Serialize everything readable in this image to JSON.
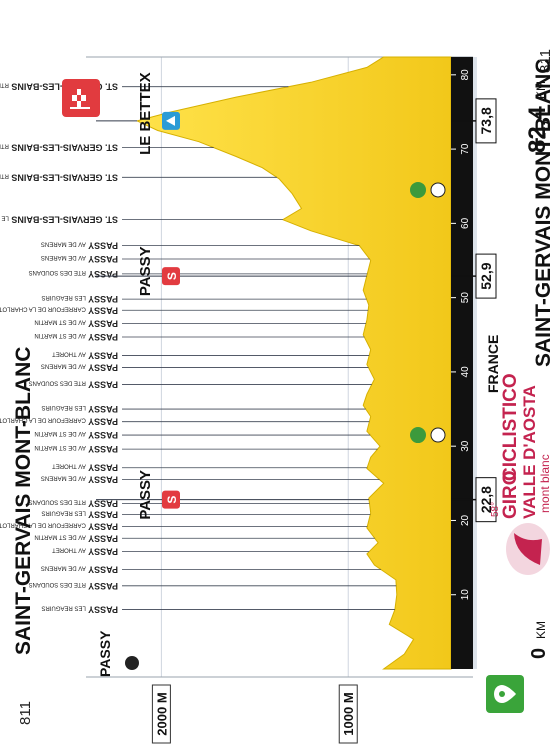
{
  "chart_data": {
    "type": "area",
    "start": {
      "name": "SAINT-GERVAIS MONT-BLANC",
      "altitude": "811"
    },
    "finish": {
      "name": "SAINT-GERVAIS MONT-BLANC",
      "altitude": "811"
    },
    "total_km": "82,4",
    "km_unit": "KM",
    "start_km": "0",
    "x_ticks": [
      10,
      20,
      30,
      40,
      50,
      60,
      70,
      80
    ],
    "elevation_labels": [
      "1000 M",
      "2000 M"
    ],
    "partial_km": [
      "22,8",
      "52,9",
      "73,8"
    ],
    "partial_km_positions": [
      22.8,
      52.9,
      73.8
    ],
    "country": "FRANCE",
    "colors": {
      "profile": "#f5d329",
      "profile_edge": "#c9a800",
      "band": "#111111",
      "lines": "#333a4a",
      "sprint": "#e23b40",
      "kom": "#2a9bd6",
      "green": "#3c9a3c"
    },
    "x": [
      0,
      2,
      4,
      6,
      8,
      10,
      12,
      14,
      15.5,
      17,
      19,
      21,
      23,
      25,
      27,
      28.5,
      30,
      32,
      34,
      35.5,
      37,
      39,
      41,
      43,
      45,
      47,
      49,
      51,
      53,
      55,
      57,
      59,
      60.5,
      62,
      64,
      66,
      67.5,
      69,
      71,
      72.5,
      73.8,
      75,
      77,
      79,
      81,
      82.4
    ],
    "y": [
      811,
      700,
      650,
      780,
      750,
      740,
      745,
      860,
      900,
      840,
      900,
      880,
      890,
      810,
      900,
      880,
      830,
      900,
      880,
      920,
      900,
      860,
      900,
      880,
      920,
      900,
      890,
      920,
      900,
      880,
      940,
      1200,
      1350,
      1250,
      1300,
      1370,
      1460,
      1600,
      1800,
      2020,
      2130,
      1950,
      1600,
      1200,
      900,
      811
    ],
    "ylim": [
      450,
      2350
    ],
    "waypoints": [
      {
        "km": 8,
        "name": "PASSY",
        "sub": "LES REAGUIRS"
      },
      {
        "km": 11.2,
        "name": "PASSY",
        "sub": "RTE DES SOUDANS"
      },
      {
        "km": 13.4,
        "name": "PASSY",
        "sub": "AV DE MARENS"
      },
      {
        "km": 15.8,
        "name": "PASSY",
        "sub": "AV THORET"
      },
      {
        "km": 17.6,
        "name": "PASSY",
        "sub": "AV DE ST MARTIN"
      },
      {
        "km": 19.2,
        "name": "PASSY",
        "sub": "CARREFOUR DE LA CHARLOTTE"
      },
      {
        "km": 20.8,
        "name": "PASSY",
        "sub": "LES REAGUIRS"
      },
      {
        "km": 22.3,
        "name": "PASSY",
        "sub": "RTE DES SOUDANS"
      },
      {
        "km": 25.5,
        "name": "PASSY",
        "sub": "AV DE MARENS"
      },
      {
        "km": 27.1,
        "name": "PASSY",
        "sub": "AV THORET"
      },
      {
        "km": 29.6,
        "name": "PASSY",
        "sub": "AV DE ST MARTIN"
      },
      {
        "km": 31.5,
        "name": "PASSY",
        "sub": "AV DE ST MARTIN"
      },
      {
        "km": 33.3,
        "name": "PASSY",
        "sub": "CARREFOUR DE LA CHARLOTTE"
      },
      {
        "km": 35,
        "name": "PASSY",
        "sub": "LES REAGUIRS"
      },
      {
        "km": 38.3,
        "name": "PASSY",
        "sub": "RTE DES SOUDANS"
      },
      {
        "km": 40.6,
        "name": "PASSY",
        "sub": "AV DE MARENS"
      },
      {
        "km": 42.2,
        "name": "PASSY",
        "sub": "AV THORET"
      },
      {
        "km": 44.7,
        "name": "PASSY",
        "sub": "AV DE ST MARTIN"
      },
      {
        "km": 46.5,
        "name": "PASSY",
        "sub": "AV DE ST MARTIN"
      },
      {
        "km": 48.3,
        "name": "PASSY",
        "sub": "CARREFOUR DE LA CHARLOTTE"
      },
      {
        "km": 49.8,
        "name": "PASSY",
        "sub": "LES REAGUIRS"
      },
      {
        "km": 53.2,
        "name": "PASSY",
        "sub": "RTE DES SOUDANS"
      },
      {
        "km": 55.2,
        "name": "PASSY",
        "sub": "AV DE MARENS"
      },
      {
        "km": 57,
        "name": "PASSY",
        "sub": "AV DE MARENS"
      },
      {
        "km": 60.5,
        "name": "ST. GERVAIS-LES-BAINS",
        "sub": "LE FAYET"
      },
      {
        "km": 66.2,
        "name": "ST. GERVAIS-LES-BAINS",
        "sub": "RTE DE MEGEVE"
      },
      {
        "km": 70.2,
        "name": "ST. GERVAIS-LES-BAINS",
        "sub": "RTE DE CUPELIN"
      },
      {
        "km": 78.4,
        "name": "ST. GERVAIS-LES-BAINS",
        "sub": "RTE D'ORSIN"
      }
    ],
    "sprints": [
      {
        "km": 22.8,
        "name": "PASSY",
        "symbol": "S"
      },
      {
        "km": 52.9,
        "name": "PASSY",
        "symbol": "S"
      }
    ],
    "kom": {
      "km": 73.8,
      "name": "LE BETTEX"
    },
    "start_town": {
      "name": "PASSY",
      "km": 0
    },
    "feed_zones": [
      31.5,
      64.5
    ],
    "logo": {
      "edition": "58°",
      "line1": "GIRO",
      "line2": "CICLISTICO",
      "line3": "VALLE D'AOSTA",
      "line4": "mont blanc"
    }
  }
}
